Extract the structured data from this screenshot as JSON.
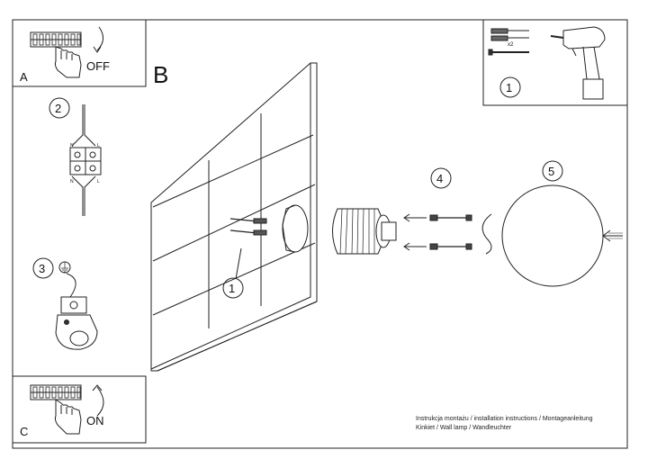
{
  "panels": {
    "a": {
      "letter": "A",
      "action": "OFF"
    },
    "c": {
      "letter": "C",
      "action": "ON"
    },
    "b": {
      "letter": "B"
    }
  },
  "steps": {
    "tools": "1",
    "wiring": "2",
    "ground": "3",
    "screws": "4",
    "shade": "5",
    "wall_mount": "1"
  },
  "tools": {
    "dowel_qty": "x2"
  },
  "terminal_labels": {
    "n_top": "N",
    "l_top": "L",
    "n_bottom": "N",
    "l_bottom": "L"
  },
  "caption": {
    "line1": "Instrukcja montażu / installation instructions / Montageanleitung",
    "line2": "Kinkiet / Wall lamp / Wandleuchter"
  }
}
